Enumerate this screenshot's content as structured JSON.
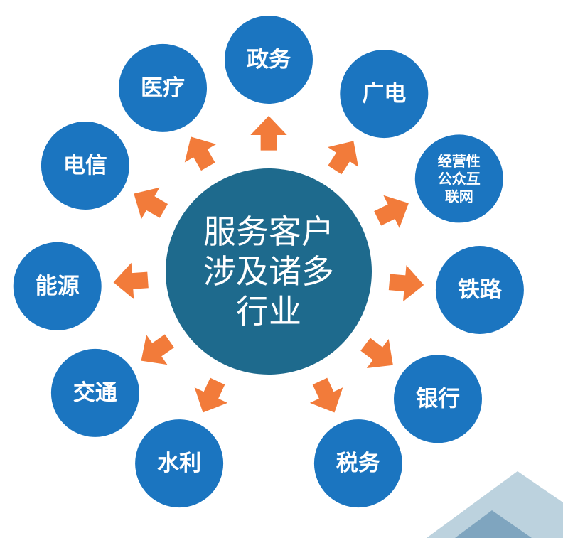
{
  "center": {
    "lines": [
      "服务客户",
      "涉及诸多",
      "行业"
    ]
  },
  "industries": [
    {
      "id": "zhengwu",
      "lines": [
        "政务"
      ]
    },
    {
      "id": "guangdian",
      "lines": [
        "广电"
      ]
    },
    {
      "id": "jingyingxing",
      "lines": [
        "经营性",
        "公众互",
        "联网"
      ]
    },
    {
      "id": "tielu",
      "lines": [
        "铁路"
      ]
    },
    {
      "id": "yinhang",
      "lines": [
        "银行"
      ]
    },
    {
      "id": "shuiwu",
      "lines": [
        "税务"
      ]
    },
    {
      "id": "shuili",
      "lines": [
        "水利"
      ]
    },
    {
      "id": "jiaotong",
      "lines": [
        "交通"
      ]
    },
    {
      "id": "nengyuan",
      "lines": [
        "能源"
      ]
    },
    {
      "id": "dianxin",
      "lines": [
        "电信"
      ]
    },
    {
      "id": "yiliao",
      "lines": [
        "医疗"
      ]
    }
  ],
  "colors": {
    "center_fill": "#1E6A8D",
    "satellite_fill": "#1B75C0",
    "arrow_fill": "#F27B3A",
    "decor_light": "#BCD2DE",
    "decor_dark": "#7FA5BF"
  }
}
